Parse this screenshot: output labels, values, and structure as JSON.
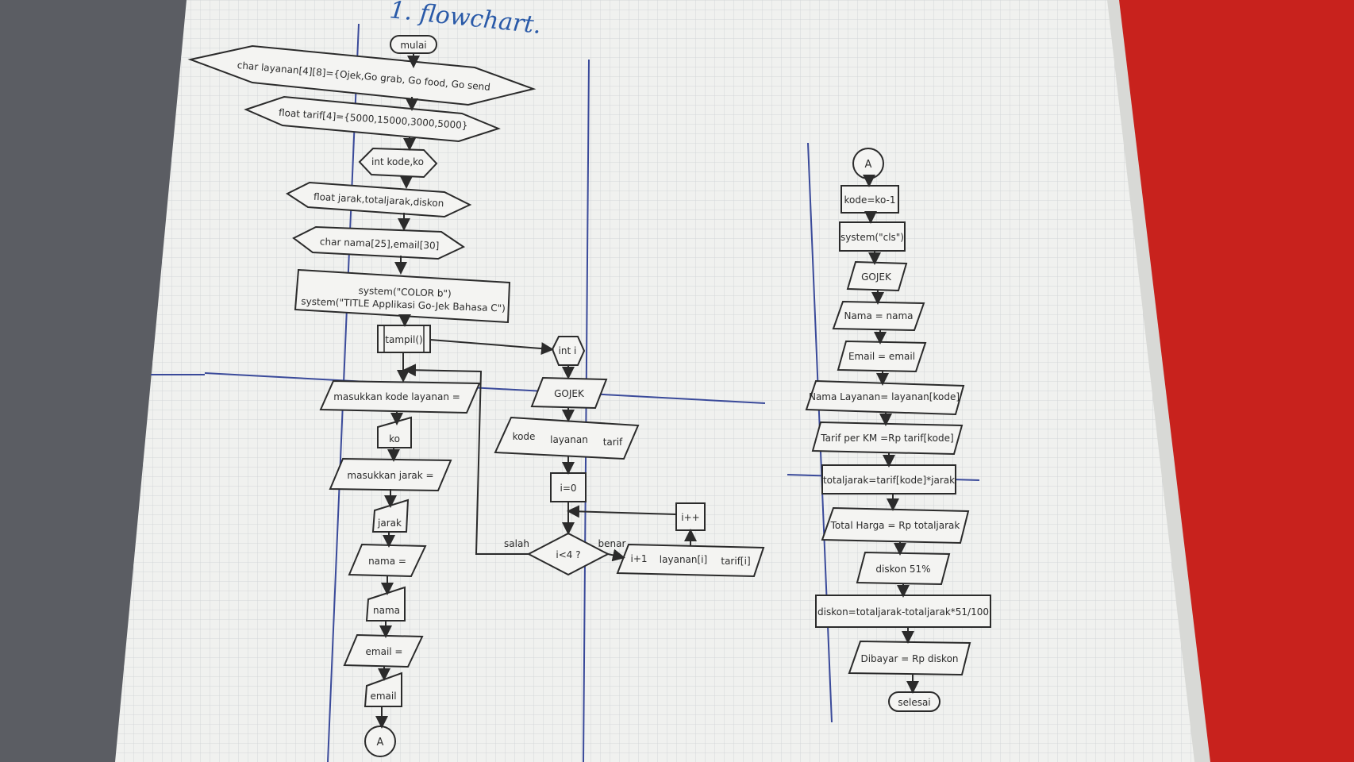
{
  "title": "1. flowchart.",
  "nodes": {
    "start": "mulai",
    "decl_layanan": "char layanan[4][8]={Ojek,Go grab, Go food, Go send",
    "decl_tarif": "float tarif[4]={5000,15000,3000,5000}",
    "decl_kode": "int kode,ko",
    "decl_jarak": "float jarak,totaljarak,diskon",
    "decl_nama": "char nama[25],email[30]",
    "system_color": "system(\"COLOR b\")",
    "system_title": "system(\"TITLE Applikasi Go-Jek Bahasa C\")",
    "tampil": "tampil()",
    "prompt_kode": "masukkan kode layanan =",
    "input_ko": "ko",
    "prompt_jarak": "masukkan jarak =",
    "input_jarak": "jarak",
    "prompt_nama": "nama =",
    "input_nama": "nama",
    "prompt_email": "email =",
    "input_email": "email",
    "connector_a": "A",
    "int_i": "int i",
    "gojek_header": "GOJEK",
    "table_header": [
      "kode",
      "layanan",
      "tarif"
    ],
    "init_i": "i=0",
    "decision": "i<4 ?",
    "label_false": "salah",
    "label_true": "benar",
    "increment": "i++",
    "table_row": [
      "i+1",
      "layanan[i]",
      "tarif[i]"
    ],
    "connector_a2": "A",
    "kode_assign": "kode=ko-1",
    "system_cls": "system(\"cls\")",
    "gojek_title": "GOJEK",
    "out_nama": "Nama = nama",
    "out_email": "Email = email",
    "out_layanan": "Nama Layanan= layanan[kode]",
    "out_tarif": "Tarif per KM =Rp tarif[kode]",
    "calc_total": "totaljarak=tarif[kode]*jarak",
    "out_total": "Total Harga = Rp totaljarak",
    "out_diskon": "diskon 51%",
    "calc_diskon": "diskon=totaljarak-totaljarak*51/100",
    "out_bayar": "Dibayar = Rp diskon",
    "end": "selesai"
  }
}
